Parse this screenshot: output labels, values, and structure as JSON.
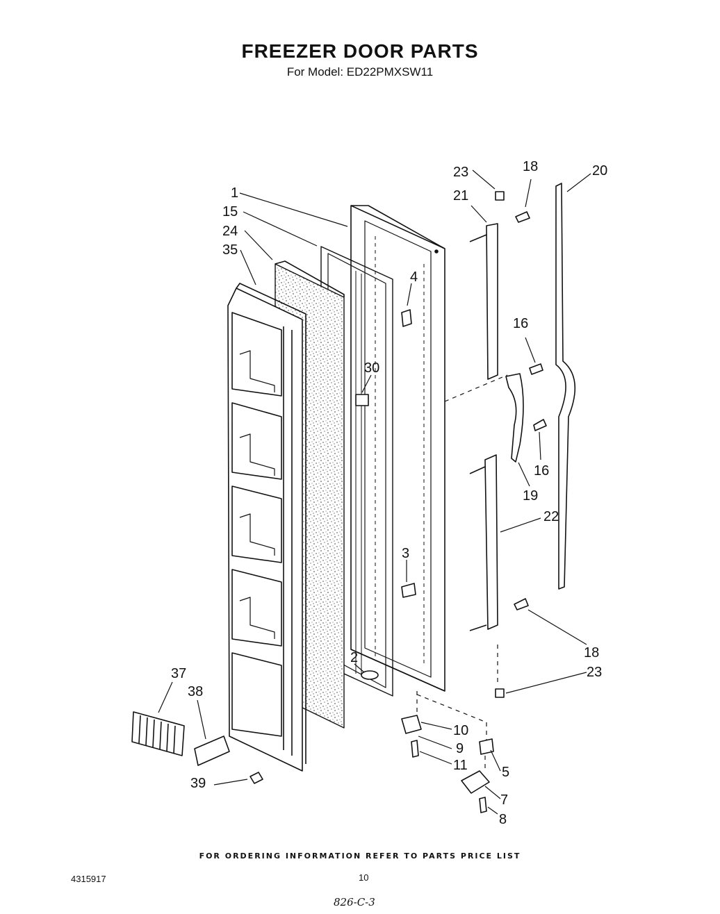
{
  "header": {
    "title": "FREEZER DOOR PARTS",
    "subtitle": "For Model: ED22PMXSW11"
  },
  "callouts": [
    "1",
    "15",
    "24",
    "35",
    "4",
    "30",
    "2",
    "3",
    "23",
    "18",
    "21",
    "20",
    "16",
    "16",
    "19",
    "22",
    "18",
    "23",
    "37",
    "38",
    "39",
    "10",
    "9",
    "11",
    "5",
    "7",
    "8"
  ],
  "footer": {
    "ordering_note": "FOR ORDERING INFORMATION REFER TO PARTS PRICE LIST",
    "doc_number": "4315917",
    "page_number": "10",
    "handwritten_note": "826-C-3"
  }
}
